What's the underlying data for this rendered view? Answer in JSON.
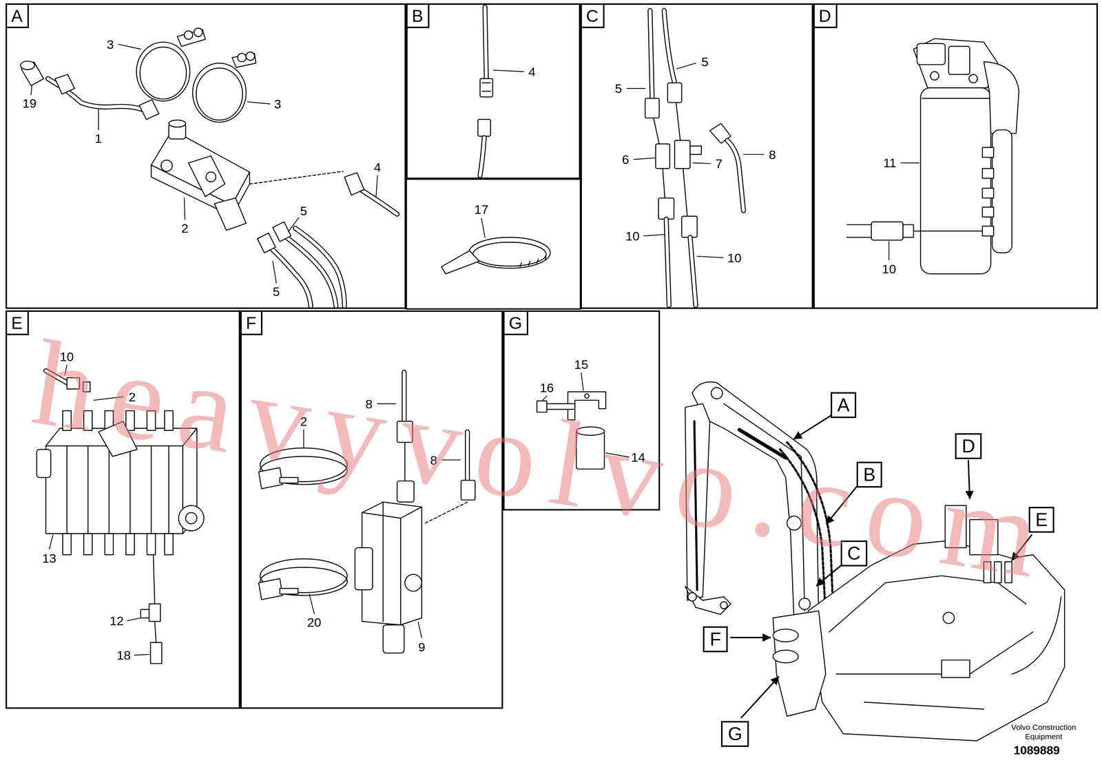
{
  "diagram": {
    "nodes": [
      {
        "text": [
          "A"
        ]
      },
      {
        "text": [
          "B"
        ]
      },
      {
        "text": [
          "C"
        ]
      },
      {
        "text": [
          "D"
        ]
      },
      {
        "text": [
          "E"
        ]
      },
      {
        "text": [
          "F"
        ]
      },
      {
        "text": [
          "G"
        ]
      },
      {
        "text": [
          "A"
        ]
      },
      {
        "text": [
          "B"
        ]
      },
      {
        "text": [
          "C"
        ]
      },
      {
        "text": [
          "D"
        ]
      },
      {
        "text": [
          "E"
        ]
      },
      {
        "text": [
          "F"
        ]
      },
      {
        "text": [
          "G"
        ]
      }
    ],
    "labels": [
      "3",
      "3",
      "19",
      "1",
      "4",
      "2",
      "5",
      "5",
      "4",
      "17",
      "5",
      "5",
      "6",
      "7",
      "8",
      "10",
      "10",
      "11",
      "10",
      "10",
      "2",
      "13",
      "12",
      "18",
      "8",
      "2",
      "8",
      "20",
      "9",
      "15",
      "16",
      "14",
      "Volvo Construction Equipment",
      "1089889",
      "heavyvolvo.com"
    ]
  }
}
